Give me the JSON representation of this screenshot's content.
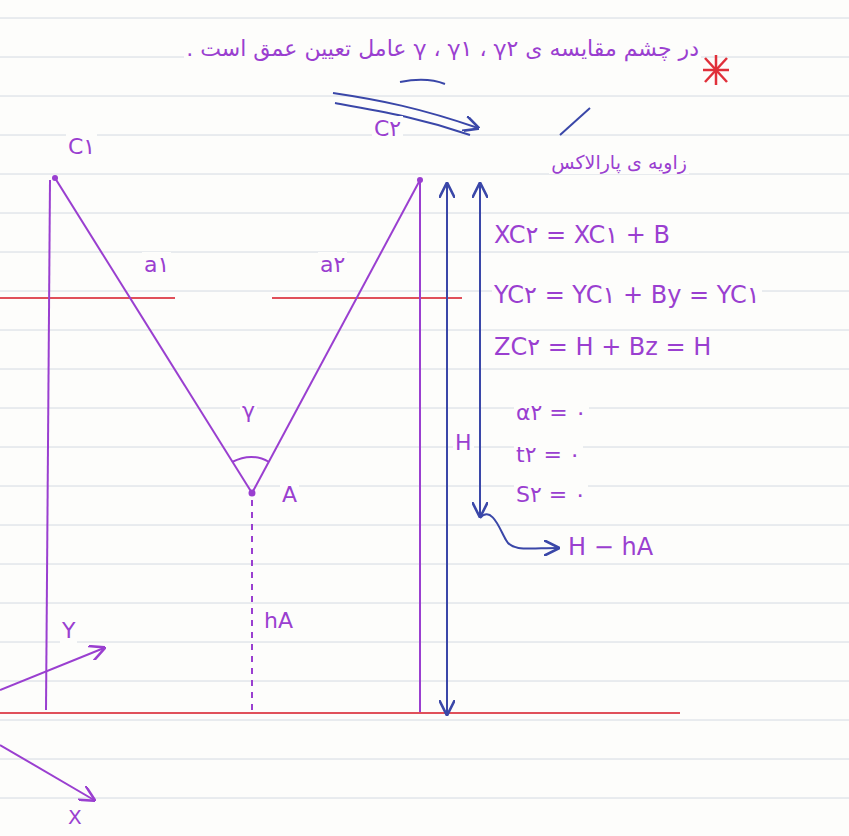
{
  "diagram": {
    "labels": [
      "در چشم مقایسه ی γ ، γ۱ ، γ۲ عامل تعیین عمق است .",
      "زاویه ی پارالاکس",
      "C۱",
      "C۲",
      "a۱",
      "a۲",
      "γ",
      "A",
      "H",
      "hA",
      "Y",
      "X",
      "XC۲ = XC۱ + B",
      "YC۲ = YC۱ + By = YC۱",
      "ZC۲ = H + Bz = H",
      "α۲ = ۰",
      "t۲ = ۰",
      "S۲ = ۰",
      "H − hA"
    ]
  }
}
